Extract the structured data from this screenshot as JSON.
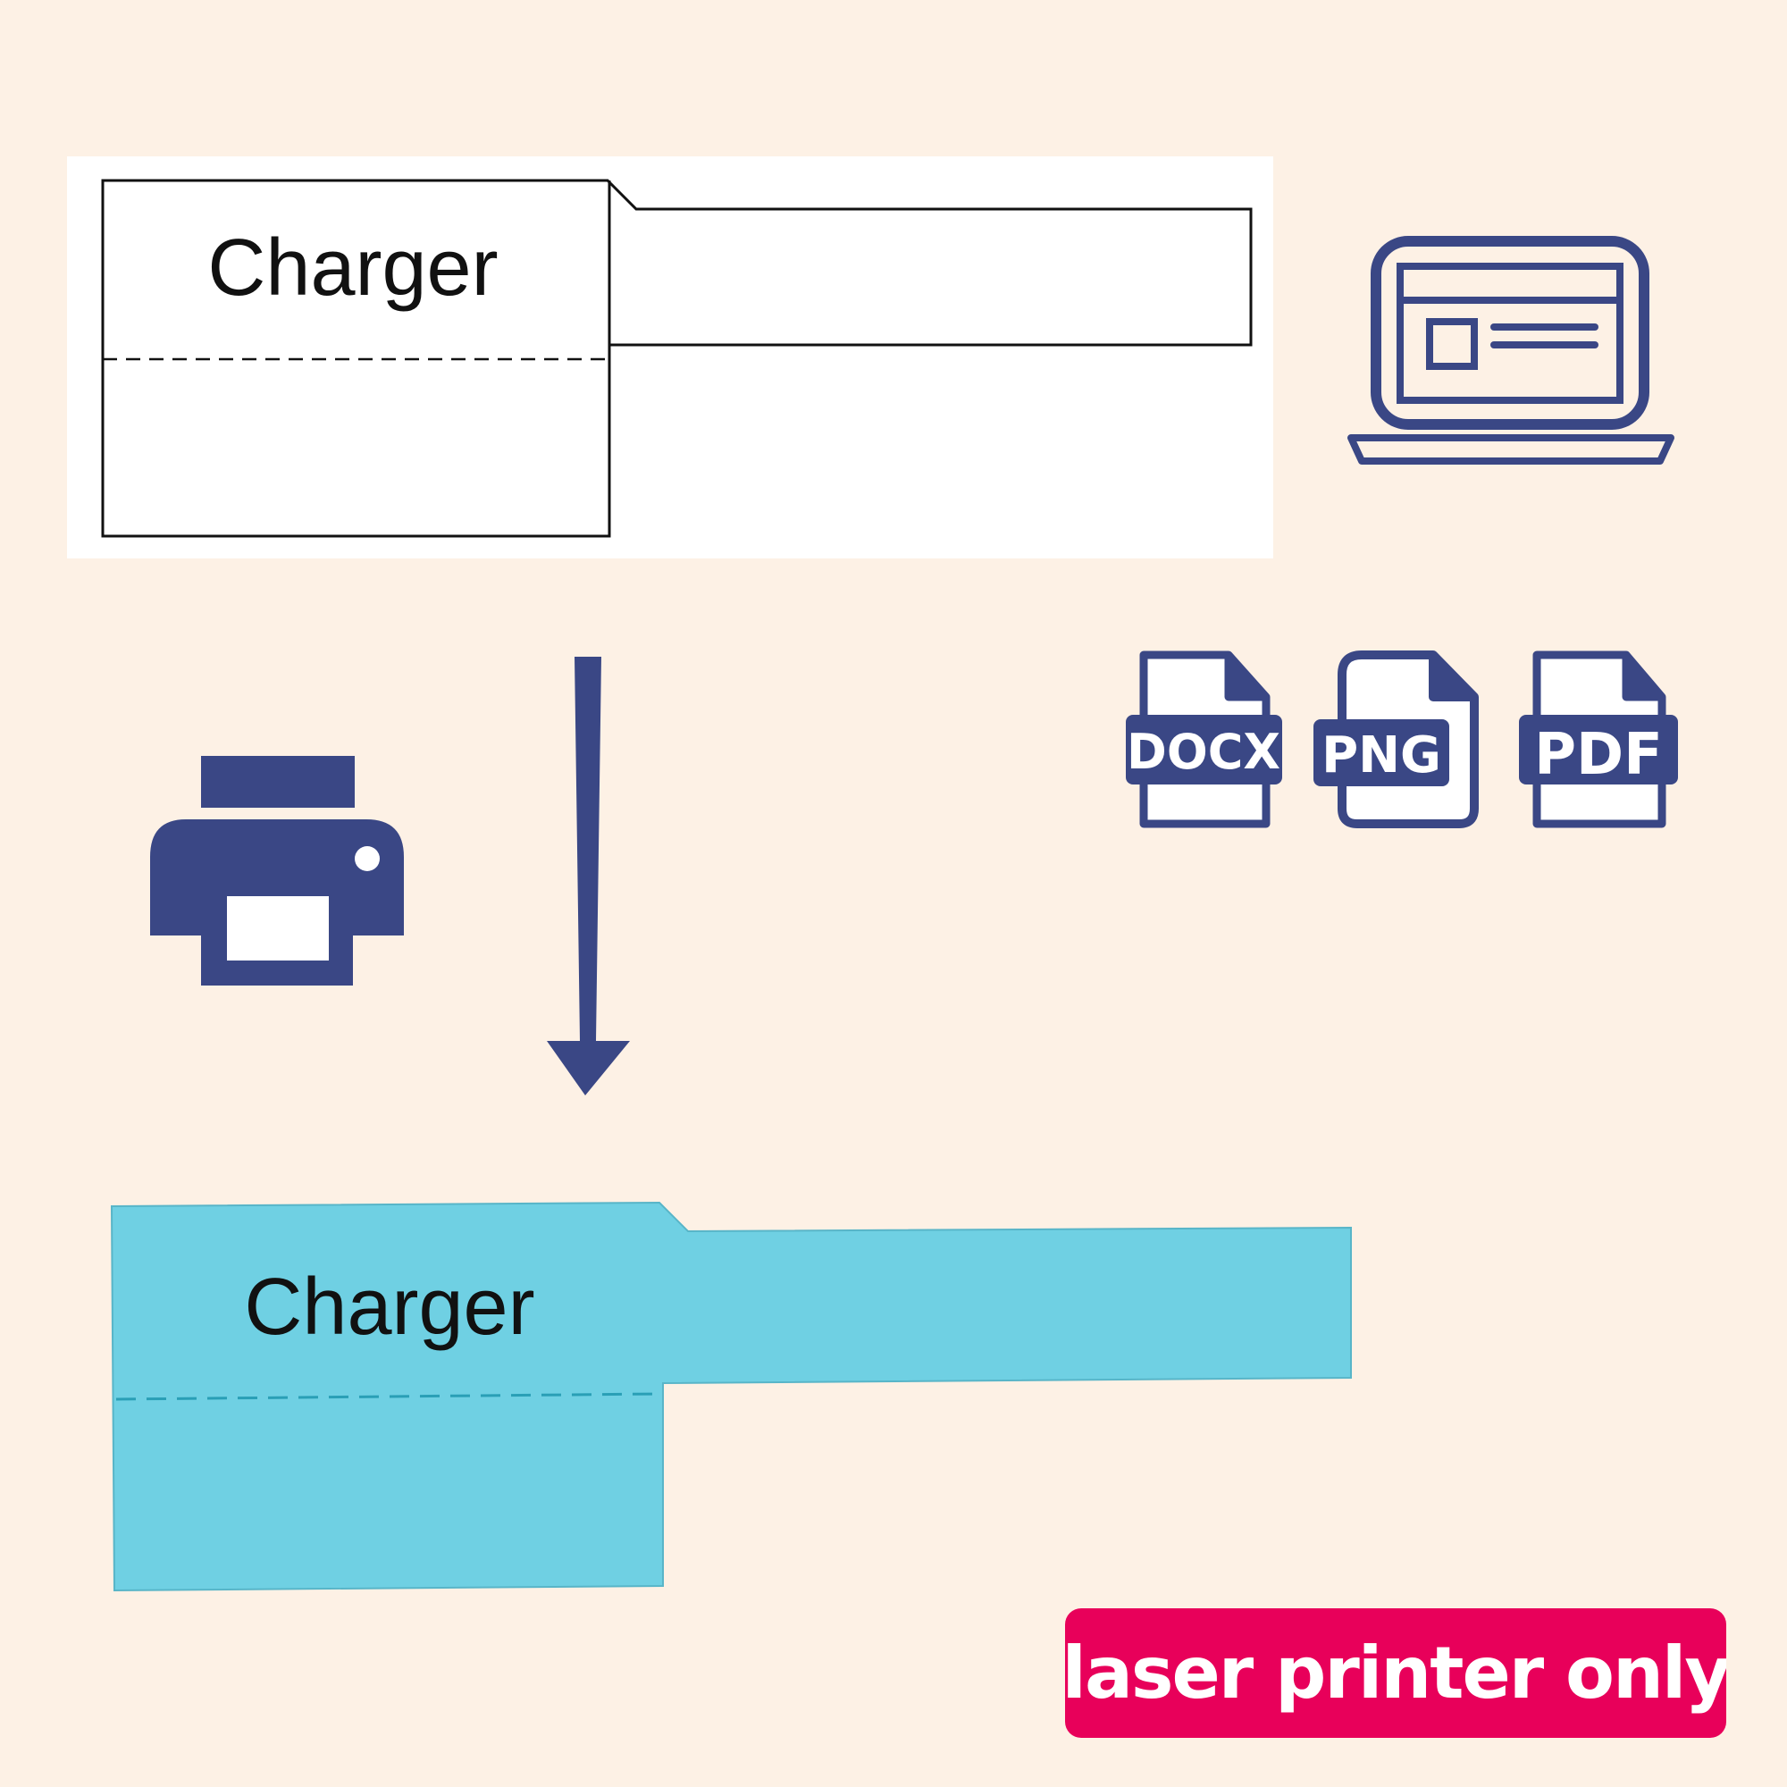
{
  "template_label": {
    "text": "Charger"
  },
  "printed_label": {
    "text": "Charger"
  },
  "file_formats": [
    "DOCX",
    "PNG",
    "PDF"
  ],
  "badge": {
    "text": "laser printer only"
  },
  "colors": {
    "background": "#fdf1e5",
    "icon_navy": "#3a4785",
    "label_cyan": "#6fd0e3",
    "label_dash": "#2a9fb6",
    "badge_pink": "#e8005a",
    "outline": "#111111"
  },
  "icons": [
    "laptop-icon",
    "docx-file-icon",
    "png-file-icon",
    "pdf-file-icon",
    "printer-icon",
    "arrow-down-icon"
  ]
}
